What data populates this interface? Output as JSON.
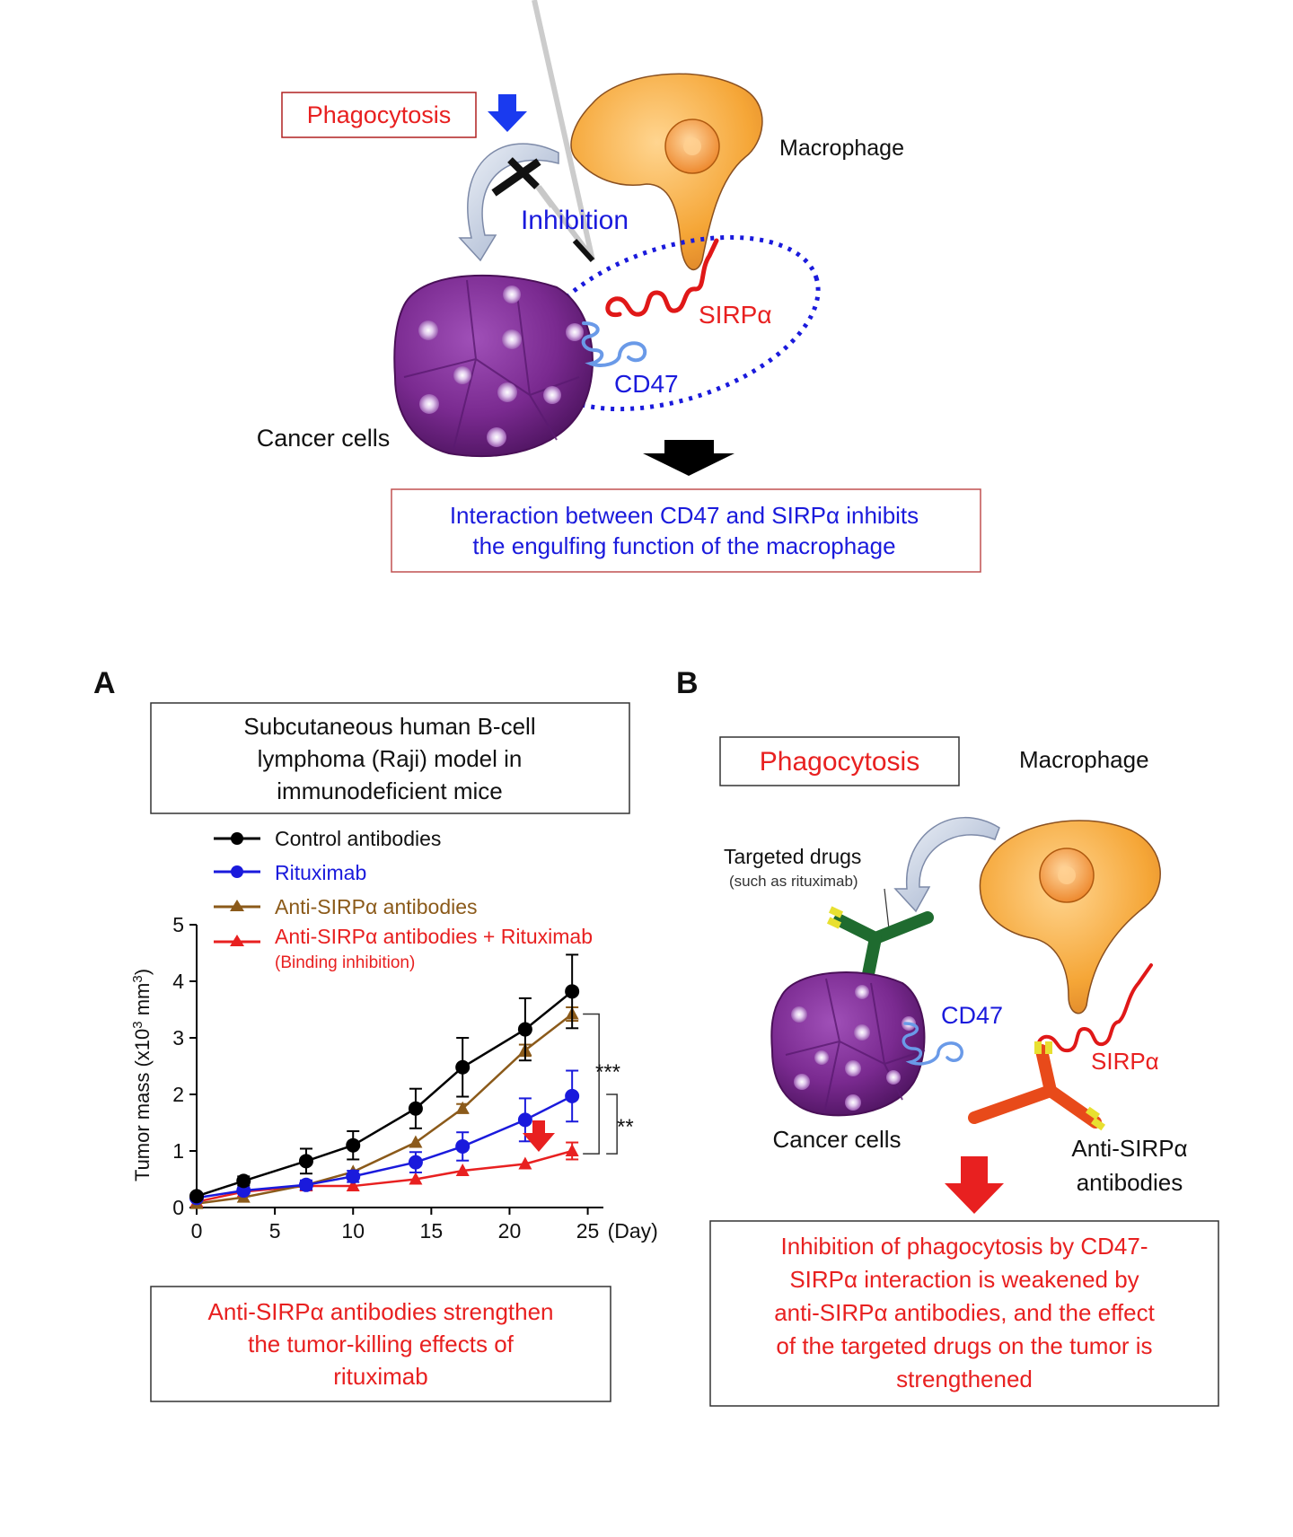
{
  "top": {
    "phagocytosis_label": "Phagocytosis",
    "macrophage_label": "Macrophage",
    "inhibition_label": "Inhibition",
    "sirpa_label": "SIRPα",
    "cd47_label": "CD47",
    "cancer_cells_label": "Cancer cells",
    "conclusion_line1": "Interaction between CD47 and SIRPα inhibits",
    "conclusion_line2": "the engulfing function of the macrophage"
  },
  "panel_a": {
    "letter": "A",
    "model_line1": "Subcutaneous human B-cell",
    "model_line2": "lymphoma (Raji) model in",
    "model_line3": "immunodeficient mice",
    "legend": [
      {
        "label": "Control antibodies",
        "color": "#000000",
        "marker": "circle"
      },
      {
        "label": "Rituximab",
        "color": "#1a1adc",
        "marker": "circle"
      },
      {
        "label": "Anti-SIRPα antibodies",
        "color": "#8b5a1a",
        "marker": "triangle"
      },
      {
        "label": "Anti-SIRPα antibodies + Rituximab",
        "color": "#e82020",
        "marker": "triangle"
      }
    ],
    "legend_sublabel": "(Binding inhibition)",
    "significance_1": "***",
    "significance_2": "**",
    "conclusion_line1": "Anti-SIRPα antibodies strengthen",
    "conclusion_line2": "the tumor-killing effects of",
    "conclusion_line3": "rituximab"
  },
  "chart_data": {
    "type": "line",
    "ylabel_main": "Tumor  mass (x10",
    "ylabel_sup": "3",
    "ylabel_mid": " mm",
    "ylabel_end": ")",
    "xlabel": "(Day)",
    "xlim": [
      0,
      26
    ],
    "ylim": [
      0,
      5
    ],
    "xticks": [
      0,
      5,
      10,
      15,
      20,
      25
    ],
    "yticks": [
      0,
      1,
      2,
      3,
      4,
      5
    ],
    "series": [
      {
        "name": "Control antibodies",
        "color": "#000000",
        "marker": "circle",
        "x": [
          0,
          3,
          7,
          10,
          14,
          17,
          21,
          24
        ],
        "y": [
          0.2,
          0.47,
          0.82,
          1.1,
          1.75,
          2.48,
          3.15,
          3.82
        ],
        "err": [
          0.05,
          0.08,
          0.22,
          0.25,
          0.35,
          0.52,
          0.55,
          0.65
        ]
      },
      {
        "name": "Rituximab",
        "color": "#1a1adc",
        "marker": "circle",
        "x": [
          0,
          3,
          7,
          10,
          14,
          17,
          21,
          24
        ],
        "y": [
          0.17,
          0.3,
          0.4,
          0.55,
          0.8,
          1.08,
          1.55,
          1.97
        ],
        "err": [
          0.04,
          0.05,
          0.08,
          0.1,
          0.18,
          0.25,
          0.38,
          0.45
        ]
      },
      {
        "name": "Anti-SIRPα antibodies",
        "color": "#8b5a1a",
        "marker": "triangle",
        "x": [
          0,
          3,
          7,
          10,
          14,
          17,
          21,
          24
        ],
        "y": [
          0.07,
          0.18,
          0.4,
          0.63,
          1.15,
          1.75,
          2.78,
          3.42
        ],
        "err": [
          0.0,
          0.0,
          0.0,
          0.0,
          0.0,
          0.08,
          0.1,
          0.12
        ]
      },
      {
        "name": "Anti-SIRPα antibodies + Rituximab",
        "color": "#e82020",
        "marker": "triangle",
        "x": [
          0,
          3,
          7,
          10,
          14,
          17,
          21,
          24
        ],
        "y": [
          0.1,
          0.28,
          0.38,
          0.38,
          0.5,
          0.65,
          0.77,
          1.0
        ],
        "err": [
          0.0,
          0.0,
          0.0,
          0.0,
          0.0,
          0.0,
          0.0,
          0.15
        ]
      }
    ]
  },
  "panel_b": {
    "letter": "B",
    "phagocytosis_label": "Phagocytosis",
    "macrophage_label": "Macrophage",
    "targeted_drugs_label": "Targeted drugs",
    "targeted_drugs_sub": "(such as rituximab)",
    "cd47_label": "CD47",
    "sirpa_label": "SIRPα",
    "cancer_cells_label": "Cancer cells",
    "anti_sirpa_line1": "Anti-SIRPα",
    "anti_sirpa_line2": "antibodies",
    "conclusion_line1": "Inhibition of phagocytosis by CD47-",
    "conclusion_line2": "SIRPα interaction is weakened by",
    "conclusion_line3": "anti-SIRPα antibodies, and the effect",
    "conclusion_line4": "of the targeted drugs on the tumor is",
    "conclusion_line5": "strengthened"
  },
  "colors": {
    "red": "#e82020",
    "blue": "#1a1adc",
    "cancer": "#7a2a90",
    "macrophage": "#f5a637",
    "antibody_green": "#1f6b2f",
    "antibody_orange": "#e84a1a"
  }
}
